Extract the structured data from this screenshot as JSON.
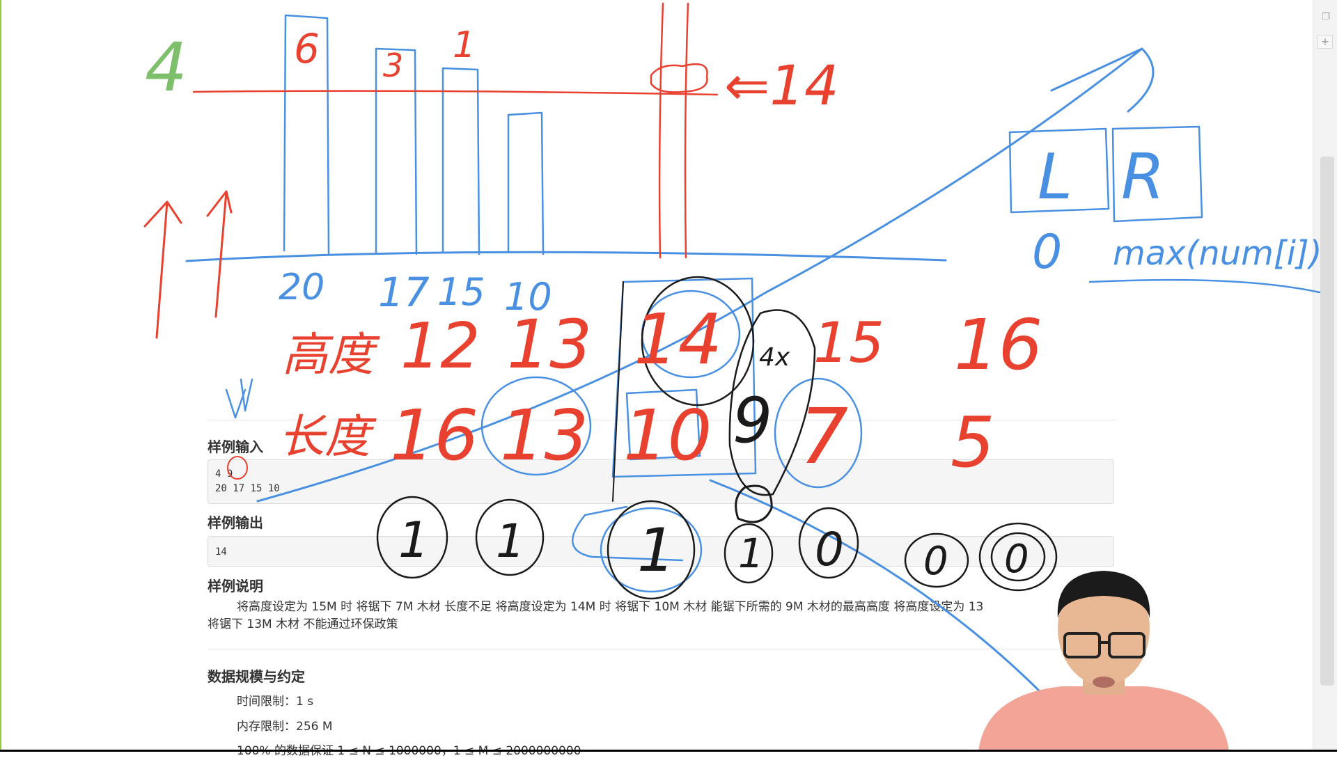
{
  "problem": {
    "sample_input_title": "样例输入",
    "sample_input_lines": [
      "4 9",
      "20 17 15 10"
    ],
    "sample_output_title": "样例输出",
    "sample_output_lines": [
      "14"
    ],
    "sample_explain_title": "样例说明",
    "sample_explain_line1": "将高度设定为 15M 时 将锯下 7M 木材 长度不足  将高度设定为 14M 时 将锯下 10M 木材 能锯下所需的 9M 木材的最高高度  将高度设定为 13",
    "sample_explain_line2": "将锯下 13M 木材 不能通过环保政策",
    "data_scale_title": "数据规模与约定",
    "time_limit": "时间限制：1 s",
    "memory_limit": "内存限制：256 M",
    "data_guarantee": "100% 的数据保证 1 ≤ N ≤ 1000000，1 ≤ M ≤ 2000000000"
  },
  "annotations": {
    "left_number": "4",
    "bar_labels_top": [
      "6",
      "3",
      "1"
    ],
    "bar_labels_bottom": [
      "20",
      "17",
      "15",
      "10"
    ],
    "arrow_value": "⇐14",
    "row_height_label": "高度",
    "row_length_label": "长度",
    "heights": [
      "12",
      "13",
      "14",
      "15",
      "16"
    ],
    "lengths": [
      "16",
      "13",
      "10",
      "9",
      "7",
      "5"
    ],
    "bits": [
      "1",
      "1",
      "1",
      "1",
      "0",
      "0",
      "0"
    ],
    "small_note": "4x",
    "box_l": "L",
    "box_r": "R",
    "zero": "0",
    "max_expr": "max(num[i])"
  },
  "colors": {
    "red": "#e8412f",
    "blue": "#4a90e2",
    "green": "#7dbf6a",
    "black": "#1a1a1a"
  },
  "icons": [
    "restore-icon",
    "plus-icon"
  ]
}
